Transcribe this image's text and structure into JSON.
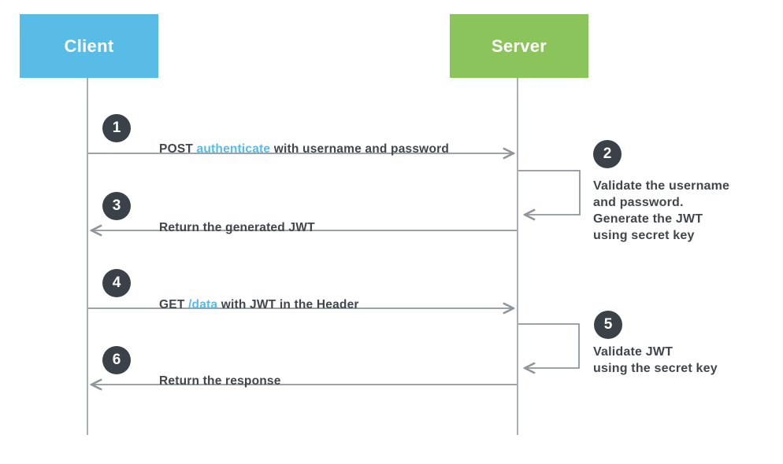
{
  "actors": [
    {
      "label": "Client",
      "color": "#58bce6"
    },
    {
      "label": "Server",
      "color": "#8cc45c"
    }
  ],
  "messages": [
    {
      "badge": "1",
      "prefix": "POST ",
      "highlight": "authenticate",
      "suffix": " with username and password"
    },
    {
      "badge": "3",
      "prefix": "Return the generated JWT",
      "highlight": "",
      "suffix": ""
    },
    {
      "badge": "4",
      "prefix": "GET ",
      "highlight": "/data",
      "suffix": " with JWT in the Header"
    },
    {
      "badge": "6",
      "prefix": "Return the response",
      "highlight": "",
      "suffix": ""
    }
  ],
  "notes": [
    {
      "badge": "2",
      "lines": [
        "Validate the username",
        "and password.",
        "Generate the JWT",
        "using secret key"
      ]
    },
    {
      "badge": "5",
      "lines": [
        "Validate JWT",
        "using the secret key"
      ]
    }
  ],
  "colors": {
    "client_box": "#58bce6",
    "server_box": "#8cc45c",
    "badge": "#3b4149",
    "text": "#41464d",
    "highlight_text": "#55bce8",
    "line": "#8f959a"
  }
}
